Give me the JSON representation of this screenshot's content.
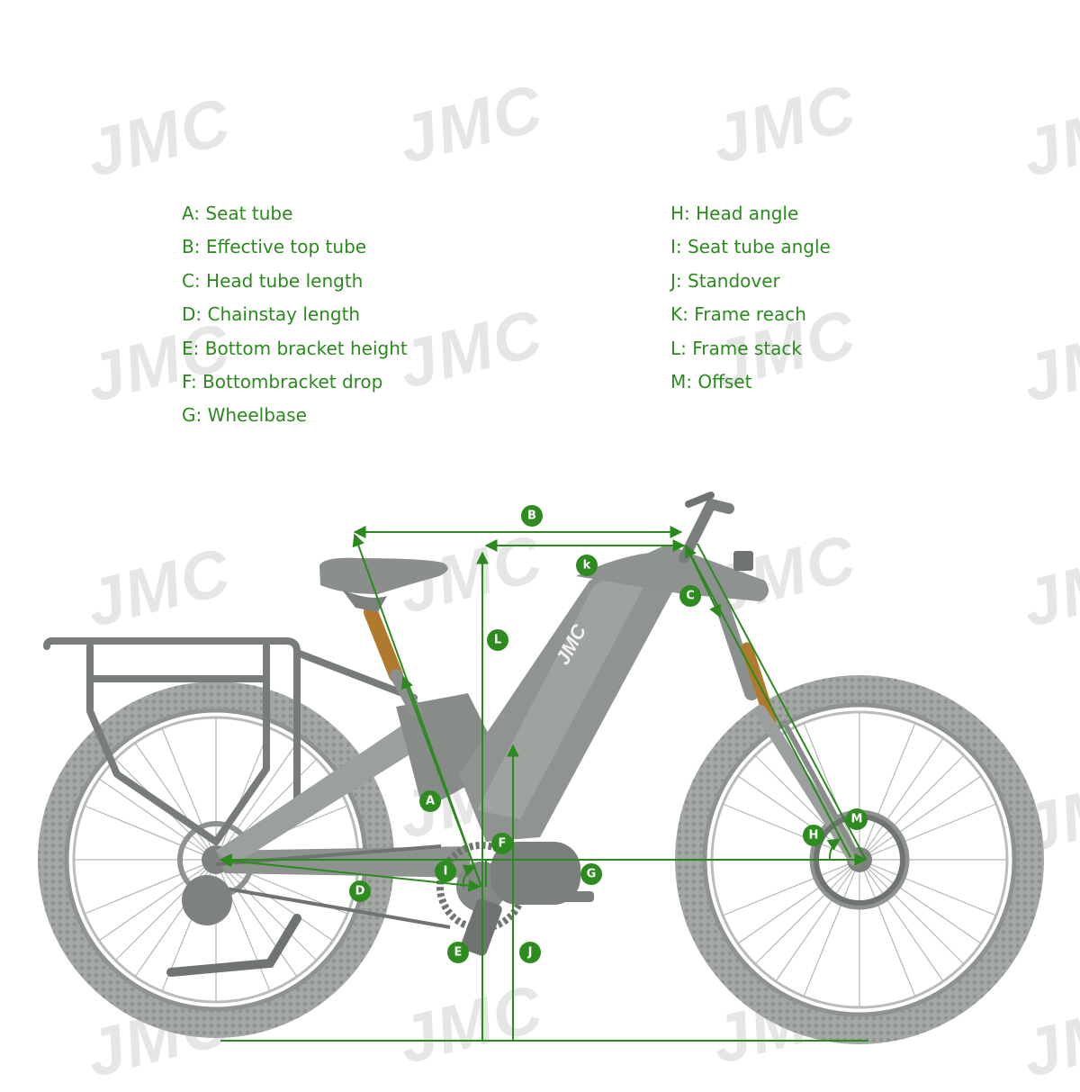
{
  "watermark": "JMC",
  "legend_left": [
    "A: Seat tube",
    "B: Effective top tube",
    "C: Head tube length",
    "D: Chainstay length",
    "E: Bottom bracket height",
    "F: Bottombracket drop",
    "G: Wheelbase"
  ],
  "legend_right": [
    "H: Head angle",
    "I: Seat tube angle",
    "J: Standover",
    "K: Frame reach",
    "L: Frame stack",
    "M: Offset"
  ],
  "frame_logo": "JMC",
  "badges": {
    "a": "A",
    "b": "B",
    "c": "C",
    "d": "D",
    "e": "E",
    "f": "F",
    "g": "G",
    "h": "H",
    "i": "I",
    "j": "J",
    "k": "k",
    "l": "L",
    "m": "M"
  },
  "colors": {
    "dimension_green": "#2b8a1e",
    "badge_green": "#2e8b1f",
    "bike_gray": "#8e9390",
    "tire_gray": "#a4a8a5",
    "watermark_gray": "#e6e6e6"
  }
}
